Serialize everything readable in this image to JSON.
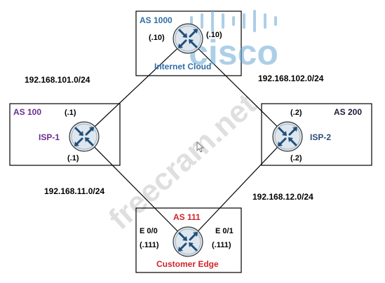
{
  "colors": {
    "as_1000": "#2f6ea6",
    "as_100": "#6a2c8e",
    "as_200": "#1a1a3a",
    "as_111": "#d0242b",
    "isp1_name": "#6a2c8e",
    "isp2_name": "#2a4a7a",
    "internet_name": "#2f6ea6",
    "edge_name": "#d0242b",
    "router_fill": "#dfe7ee",
    "watermark_logo": "#6aa9d6"
  },
  "watermark": {
    "logo_text": "cisco",
    "site_text": "freecram.net"
  },
  "nodes": {
    "internet_cloud": {
      "as": "AS 1000",
      "name": "Internet Cloud",
      "left_if": "(.10)",
      "right_if": "(.10)",
      "icon": "router-icon"
    },
    "isp1": {
      "as": "AS 100",
      "name": "ISP-1",
      "top_if": "(.1)",
      "bottom_if": "(.1)",
      "icon": "router-icon"
    },
    "isp2": {
      "as": "AS 200",
      "name": "ISP-2",
      "top_if": "(.2)",
      "bottom_if": "(.2)",
      "icon": "router-icon"
    },
    "customer_edge": {
      "as": "AS 111",
      "name": "Customer Edge",
      "left_port": "E 0/0",
      "left_if": "(.111)",
      "right_port": "E 0/1",
      "right_if": "(.111)",
      "icon": "router-icon"
    }
  },
  "links": {
    "isp1_internet": "192.168.101.0/24",
    "internet_isp2": "192.168.102.0/24",
    "isp1_edge": "192.168.11.0/24",
    "isp2_edge": "192.168.12.0/24"
  }
}
